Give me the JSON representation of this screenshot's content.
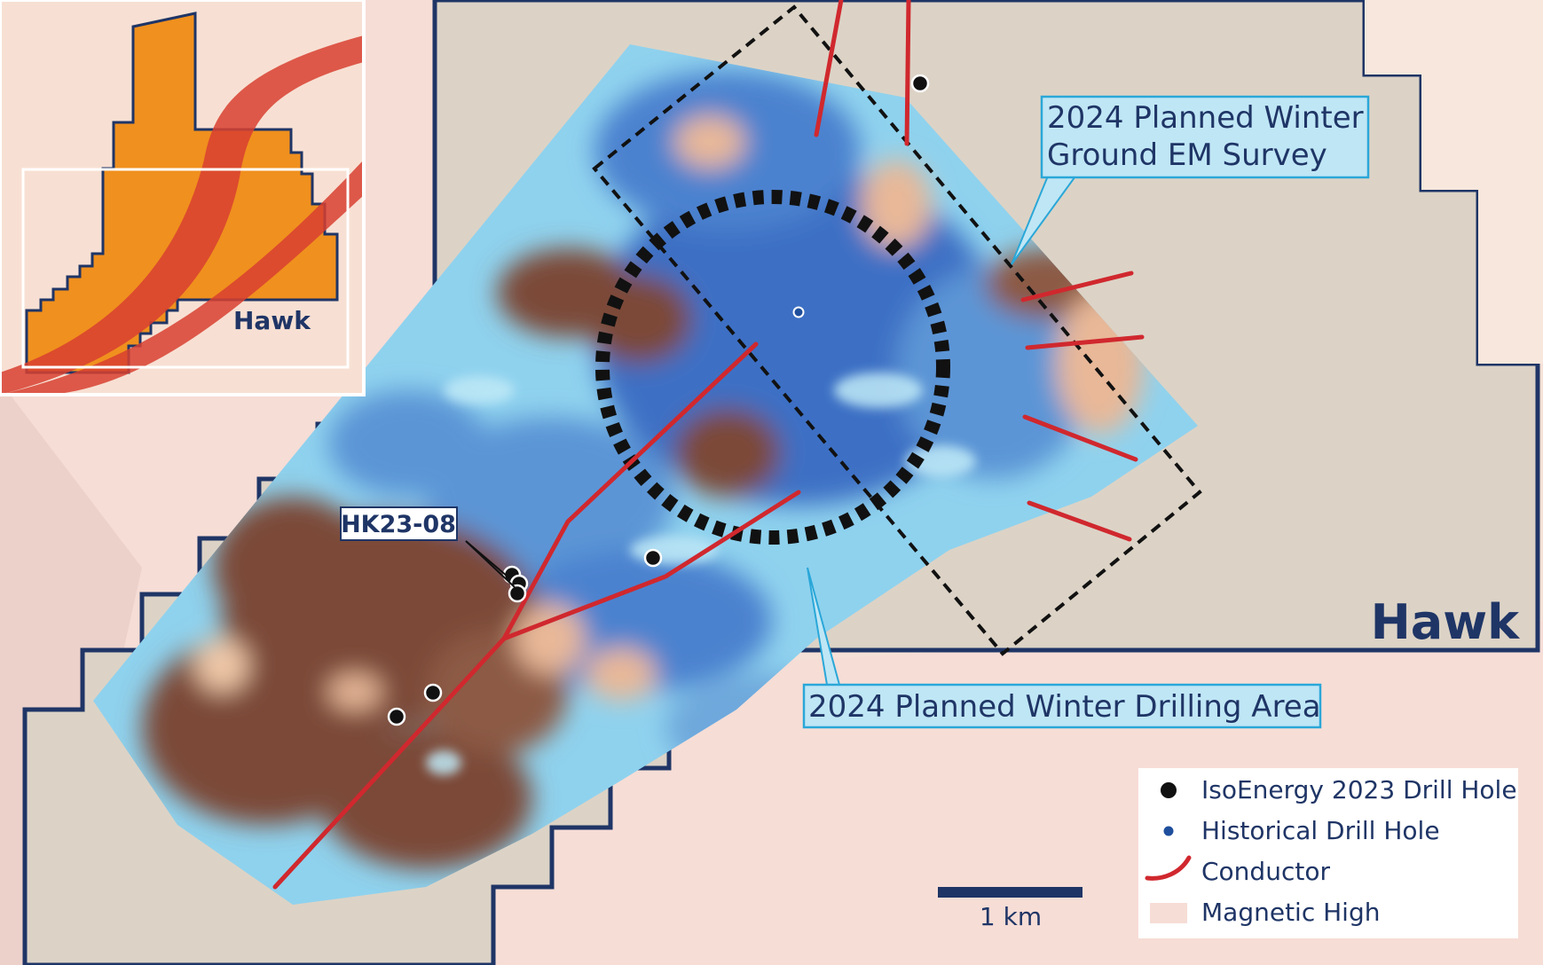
{
  "inset": {
    "label": "Hawk"
  },
  "property": {
    "label": "Hawk"
  },
  "callouts": {
    "em_survey": {
      "line1": "2024 Planned Winter",
      "line2": "Ground EM Survey"
    },
    "drilling_area": {
      "text": "2024 Planned Winter Drilling Area"
    }
  },
  "drill_hole_label": "HK23-08",
  "scale_bar": {
    "label": "1 km"
  },
  "legend": {
    "items": [
      {
        "icon": "black-dot-icon",
        "label": "IsoEnergy 2023 Drill Hole"
      },
      {
        "icon": "blue-dot-icon",
        "label": "Historical Drill Hole"
      },
      {
        "icon": "red-line-icon",
        "label": "Conductor"
      },
      {
        "icon": "pink-swatch-icon",
        "label": "Magnetic High"
      }
    ]
  },
  "colors": {
    "background": "#f6ddd6",
    "property_fill": "#dcd3c6",
    "boundary": "#1f3566",
    "conductor": "#d0282e",
    "callout_fill": "#bfe6f5",
    "callout_border": "#2aa7d8",
    "inset_orange": "#f0901e",
    "mag_low": "#3d6fc4",
    "mag_mid": "#9adcf0",
    "mag_high": "#7c4a38"
  }
}
